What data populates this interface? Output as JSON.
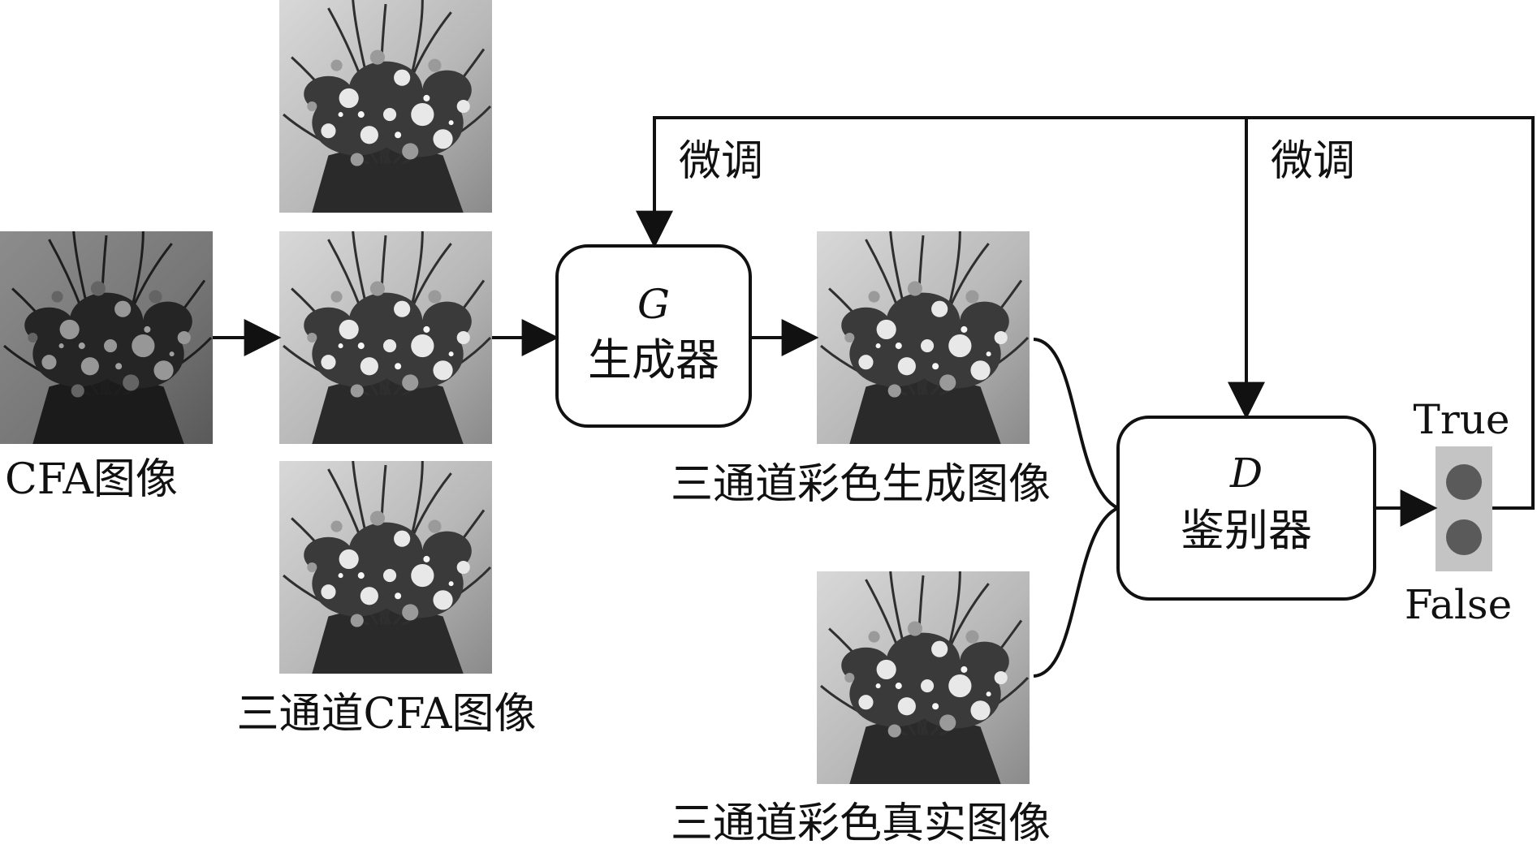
{
  "labels": {
    "cfa_image": "CFA图像",
    "three_channel_cfa": "三通道CFA图像",
    "three_channel_generated": "三通道彩色生成图像",
    "three_channel_real": "三通道彩色真实图像",
    "fine_tune_left": "微调",
    "fine_tune_right": "微调",
    "output_true": "True",
    "output_false": "False"
  },
  "generator": {
    "symbol": "G",
    "name": "生成器"
  },
  "discriminator": {
    "symbol": "D",
    "name": "鉴别器"
  },
  "icons": {
    "photo": "flower-bouquet-grayscale-photo",
    "output": "true-false-indicator-icon"
  },
  "colors": {
    "line": "#111111",
    "box_fill": "#ffffff",
    "indicator_bg": "#c4c4c4",
    "indicator_dot": "#5a5a5a"
  }
}
